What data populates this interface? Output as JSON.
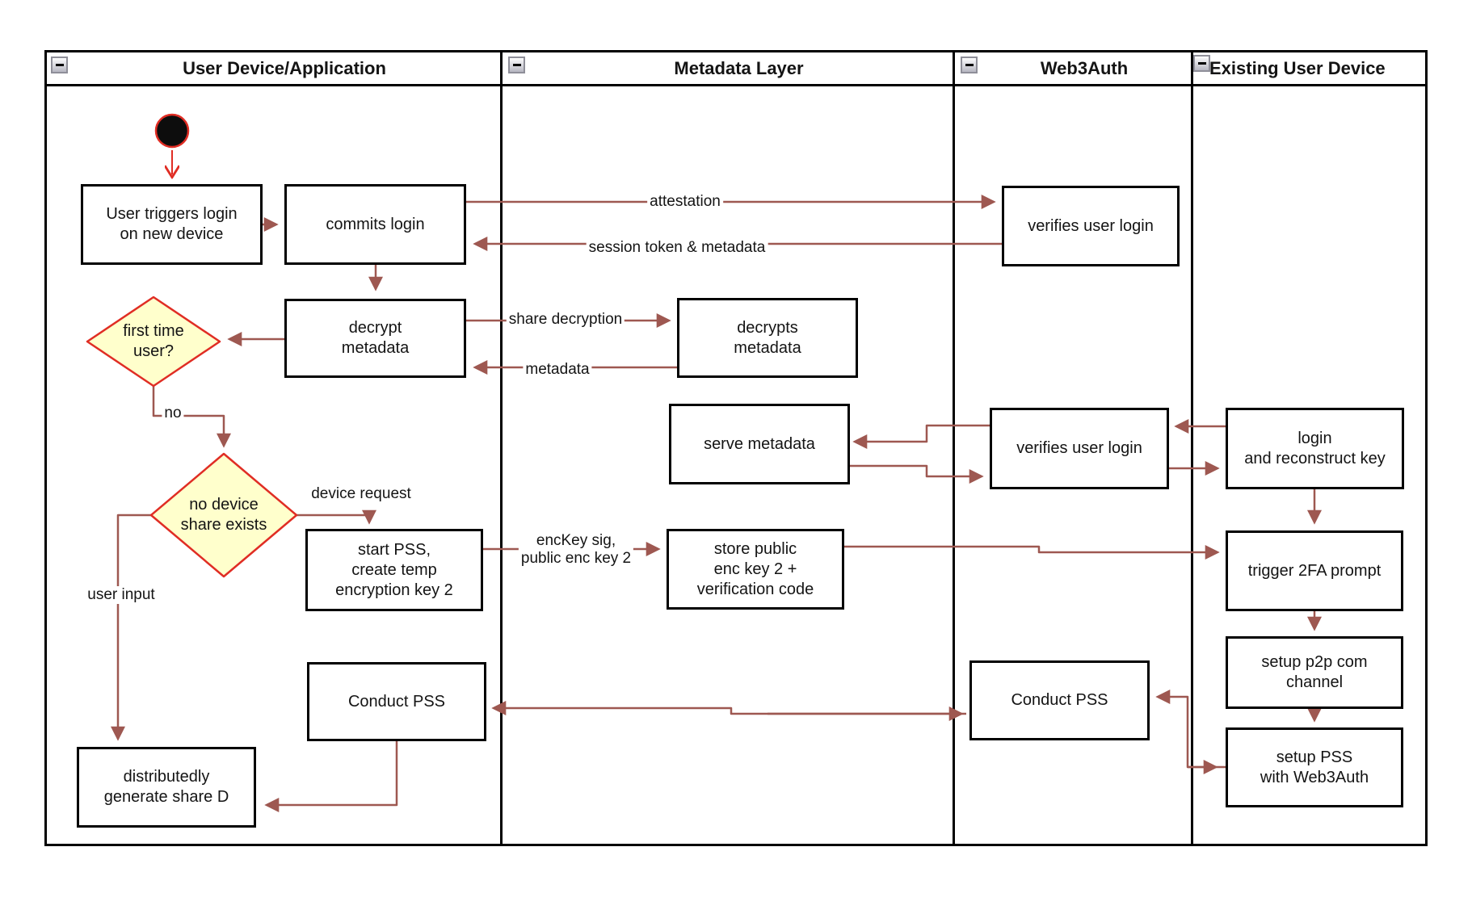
{
  "lanes": [
    {
      "title": "User Device/Application"
    },
    {
      "title": "Metadata Layer"
    },
    {
      "title": "Web3Auth"
    },
    {
      "title": "Existing User Device"
    }
  ],
  "nodes": {
    "user_triggers_login": "User triggers login\non new device",
    "commits_login": "commits login",
    "decrypt_metadata": "decrypt\nmetadata",
    "first_time_user": "first time\nuser?",
    "no_device_share": "no device\nshare exists",
    "start_pss": "start PSS,\ncreate temp\nencryption key 2",
    "conduct_pss_left": "Conduct PSS",
    "distributedly_generate": "distributedly\ngenerate share D",
    "decrypts_metadata": "decrypts\nmetadata",
    "serve_metadata": "serve metadata",
    "store_public_enc": "store public\nenc key 2 +\nverification code",
    "verifies_user_login_1": "verifies user login",
    "verifies_user_login_2": "verifies user login",
    "conduct_pss_right": "Conduct PSS",
    "login_reconstruct": "login\nand reconstruct key",
    "trigger_2fa": "trigger 2FA prompt",
    "setup_p2p": "setup p2p com\nchannel",
    "setup_pss_web3auth": "setup PSS\nwith Web3Auth"
  },
  "edge_labels": {
    "attestation": "attestation",
    "session_token": "session token & metadata",
    "share_decryption": "share decryption",
    "metadata": "metadata",
    "no": "no",
    "device_request": "device request",
    "enckey": "encKey sig,\npublic enc key 2",
    "user_input": "user input"
  },
  "colors": {
    "arrow_brown": "#9e5851",
    "accent_red": "#e02d24",
    "diamond_fill": "#ffffcc",
    "node_border": "#000000",
    "node_fill": "#ffffff"
  }
}
